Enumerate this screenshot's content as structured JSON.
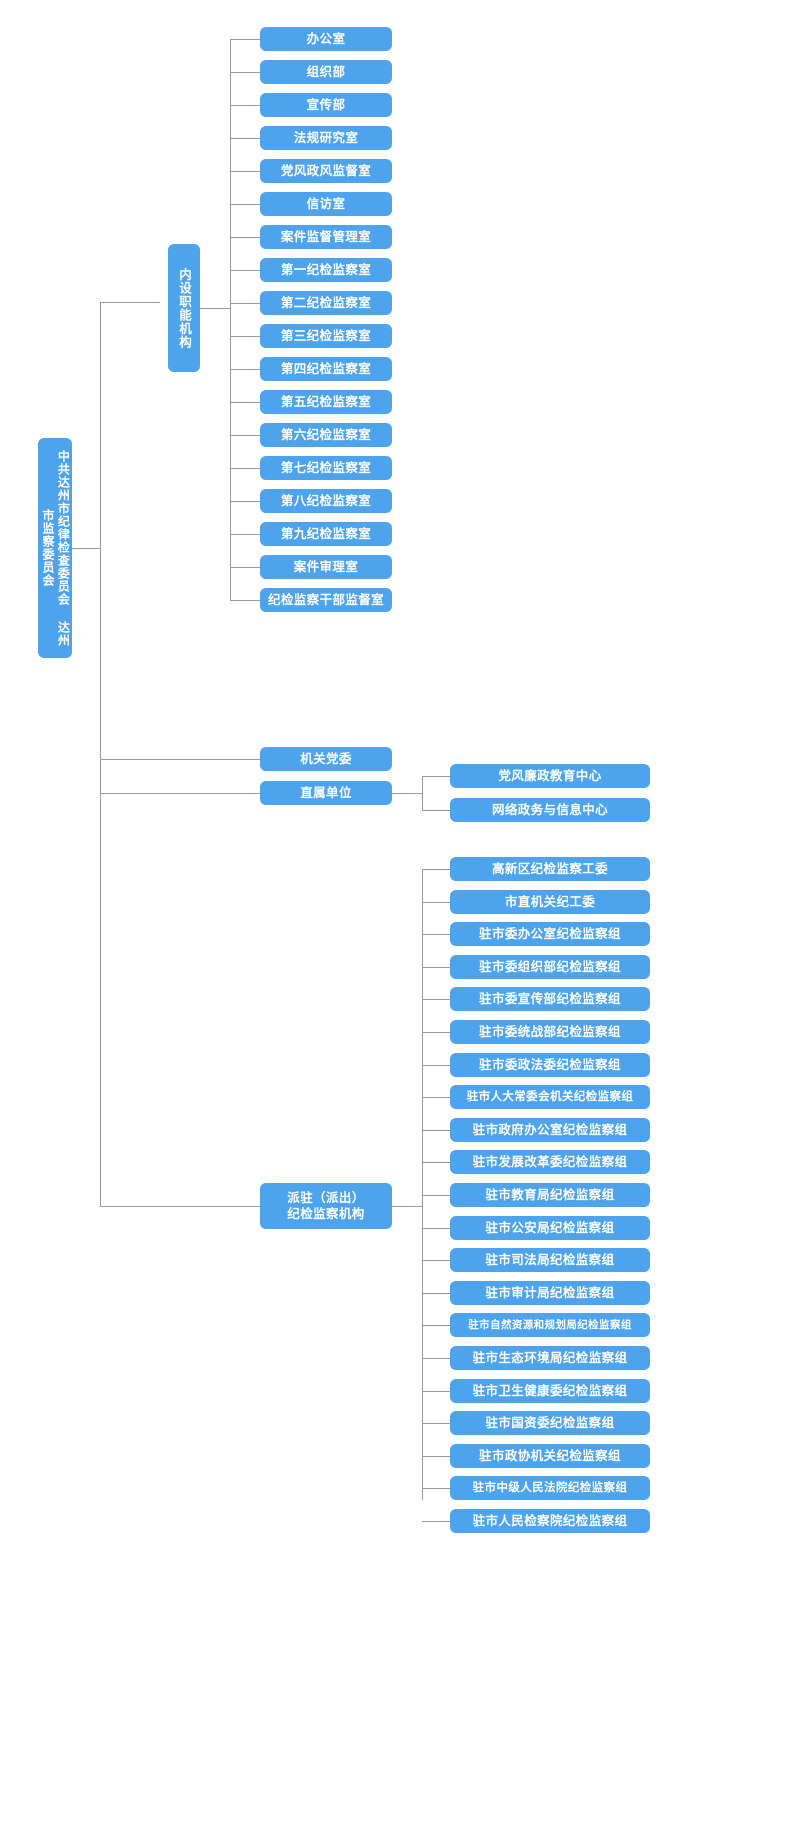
{
  "chart_data": {
    "type": "diagram",
    "title": "中共达州市纪律检查委员会 达州市监察委员会 组织结构图",
    "orientation": "left-to-right",
    "node_color": "#4da3ec",
    "connector_color": "#9b9b9b",
    "text_color": "#ffffff",
    "background": "#ffffff"
  },
  "root": {
    "label": "中共达州市纪律检查委员会 达州市监察委员会"
  },
  "branches": [
    {
      "id": "internal",
      "label": "内设职能机构",
      "children": [
        "办公室",
        "组织部",
        "宣传部",
        "法规研究室",
        "党风政风监督室",
        "信访室",
        "案件监督管理室",
        "第一纪检监察室",
        "第二纪检监察室",
        "第三纪检监察室",
        "第四纪检监察室",
        "第五纪检监察室",
        "第六纪检监察室",
        "第七纪检监察室",
        "第八纪检监察室",
        "第九纪检监察室",
        "案件审理室",
        "纪检监察干部监督室"
      ]
    },
    {
      "id": "party-committee",
      "label": "机关党委",
      "children": []
    },
    {
      "id": "direct-units",
      "label": "直属单位",
      "children": [
        "党风廉政教育中心",
        "网络政务与信息中心"
      ]
    },
    {
      "id": "dispatched",
      "label": "派驻（派出）\n纪检监察机构",
      "label_line1": "派驻（派出）",
      "label_line2": "纪检监察机构",
      "children": [
        "高新区纪检监察工委",
        "市直机关纪工委",
        "驻市委办公室纪检监察组",
        "驻市委组织部纪检监察组",
        "驻市委宣传部纪检监察组",
        "驻市委统战部纪检监察组",
        "驻市委政法委纪检监察组",
        "驻市人大常委会机关纪检监察组",
        "驻市政府办公室纪检监察组",
        "驻市发展改革委纪检监察组",
        "驻市教育局纪检监察组",
        "驻市公安局纪检监察组",
        "驻市司法局纪检监察组",
        "驻市审计局纪检监察组",
        "驻市自然资源和规划局纪检监察组",
        "驻市生态环境局纪检监察组",
        "驻市卫生健康委纪检监察组",
        "驻市国资委纪检监察组",
        "驻市政协机关纪检监察组",
        "驻市中级人民法院纪检监察组",
        "驻市人民检察院纪检监察组"
      ]
    }
  ]
}
